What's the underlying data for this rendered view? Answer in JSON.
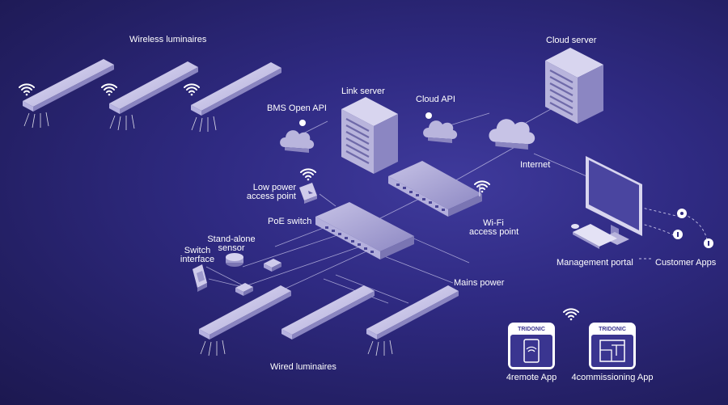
{
  "labels": {
    "wireless_luminaires": "Wireless luminaires",
    "cloud_server": "Cloud server",
    "link_server": "Link server",
    "cloud_api": "Cloud API",
    "bms_open_api": "BMS Open API",
    "internet": "Internet",
    "low_power_ap_1": "Low power",
    "low_power_ap_2": "access point",
    "poe_switch": "PoE switch",
    "wifi_ap_1": "Wi-Fi",
    "wifi_ap_2": "access point",
    "standalone_sensor_1": "Stand-alone",
    "standalone_sensor_2": "sensor",
    "switch_interface_1": "Switch",
    "switch_interface_2": "interface",
    "management_portal": "Management portal",
    "customer_apps": "Customer Apps",
    "mains_power": "Mains power",
    "wired_luminaires": "Wired luminaires",
    "app_remote": "4remote App",
    "app_commissioning": "4commissioning App"
  },
  "apps": {
    "brand": "TRIDONIC"
  },
  "colors": {
    "background": "#2f2a82",
    "device_top": "#d9d6f0",
    "device_side": "#9b97c8",
    "line": "#c9c6ea",
    "accent_white": "#ffffff"
  },
  "icons": [
    "wifi-icon",
    "cloud-icon",
    "server-icon",
    "monitor-icon",
    "keyboard-icon",
    "mouse-icon",
    "tablet-icon",
    "floorplan-icon"
  ]
}
